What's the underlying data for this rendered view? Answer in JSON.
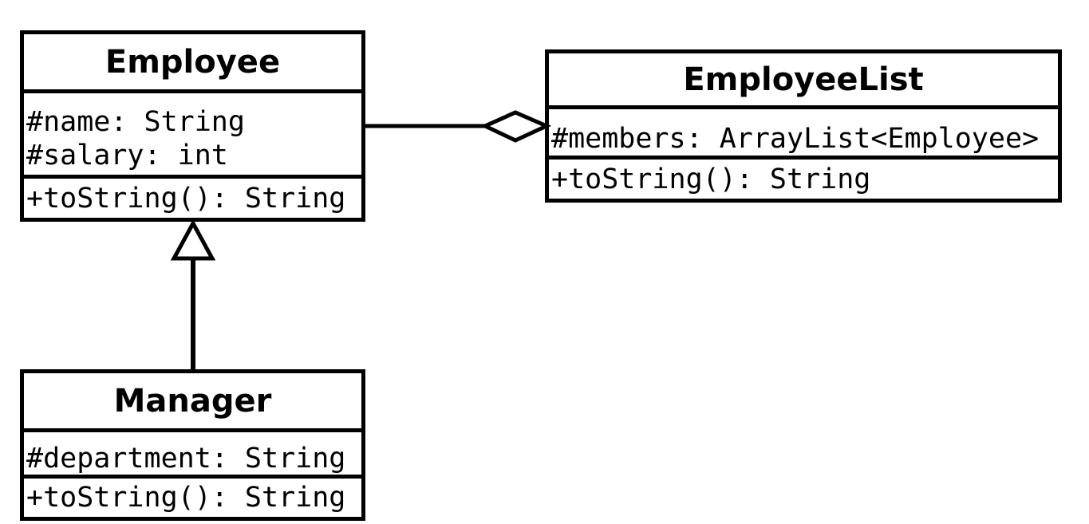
{
  "diagram": {
    "type": "uml-class-diagram",
    "colors": {
      "background": "#ffffff",
      "line": "#000000",
      "box_fill": "#ffffff",
      "text": "#000000"
    },
    "classes": [
      {
        "id": "employee",
        "name": "Employee",
        "attributes": [
          "#name: String",
          "#salary: int"
        ],
        "methods": [
          "+toString(): String"
        ]
      },
      {
        "id": "employeelist",
        "name": "EmployeeList",
        "attributes": [
          "#members: ArrayList<Employee>"
        ],
        "methods": [
          "+toString(): String"
        ]
      },
      {
        "id": "manager",
        "name": "Manager",
        "attributes": [
          "#department: String"
        ],
        "methods": [
          "+toString(): String"
        ]
      }
    ],
    "relationships": [
      {
        "type": "aggregation",
        "from": "Employee",
        "to": "EmployeeList",
        "marker": "hollow-diamond"
      },
      {
        "type": "inheritance",
        "from": "Manager",
        "to": "Employee",
        "marker": "hollow-triangle"
      }
    ]
  }
}
